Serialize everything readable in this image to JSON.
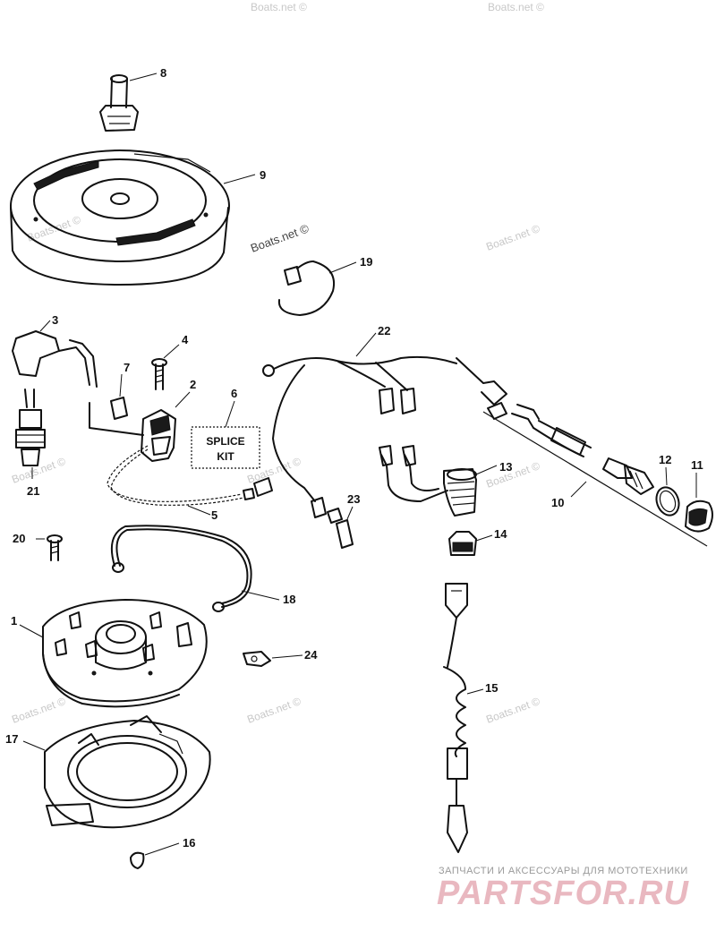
{
  "callouts": {
    "c1": "1",
    "c2": "2",
    "c3": "3",
    "c4": "4",
    "c5": "5",
    "c6": "6",
    "c7": "7",
    "c8": "8",
    "c9": "9",
    "c10": "10",
    "c11": "11",
    "c12": "12",
    "c13": "13",
    "c14": "14",
    "c15": "15",
    "c16": "16",
    "c17": "17",
    "c18": "18",
    "c19": "19",
    "c20": "20",
    "c21": "21",
    "c22": "22",
    "c23": "23",
    "c24": "24"
  },
  "splice_kit": {
    "line1": "SPLICE",
    "line2": "KIT"
  },
  "watermark": "Boats.net ©",
  "footer": {
    "tagline": "ЗАПЧАСТИ И АКСЕССУАРЫ ДЛЯ МОТОТЕХНИКИ",
    "brand": "PARTSFOR.RU"
  }
}
